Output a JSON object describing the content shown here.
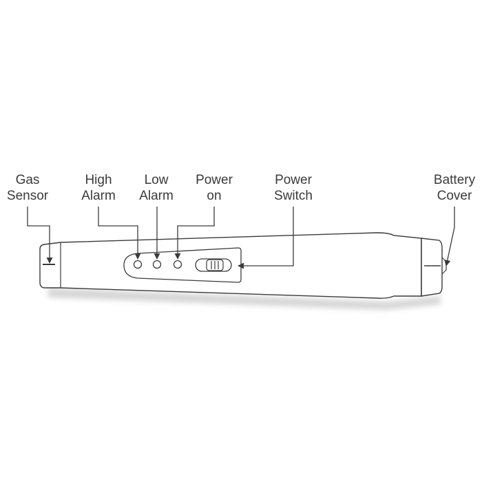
{
  "labels": {
    "gas_sensor": [
      "Gas",
      "Sensor"
    ],
    "high_alarm": [
      "High",
      "Alarm"
    ],
    "low_alarm": [
      "Low",
      "Alarm"
    ],
    "power_on": [
      "Power",
      "on"
    ],
    "power_switch": [
      "Power",
      "Switch"
    ],
    "battery_cover": [
      "Battery",
      "Cover"
    ]
  },
  "colors": {
    "outline": "#3a3a3a",
    "body_fill": "#ffffff",
    "shadow": "#d6d6d6",
    "text": "#3a3a3a"
  }
}
